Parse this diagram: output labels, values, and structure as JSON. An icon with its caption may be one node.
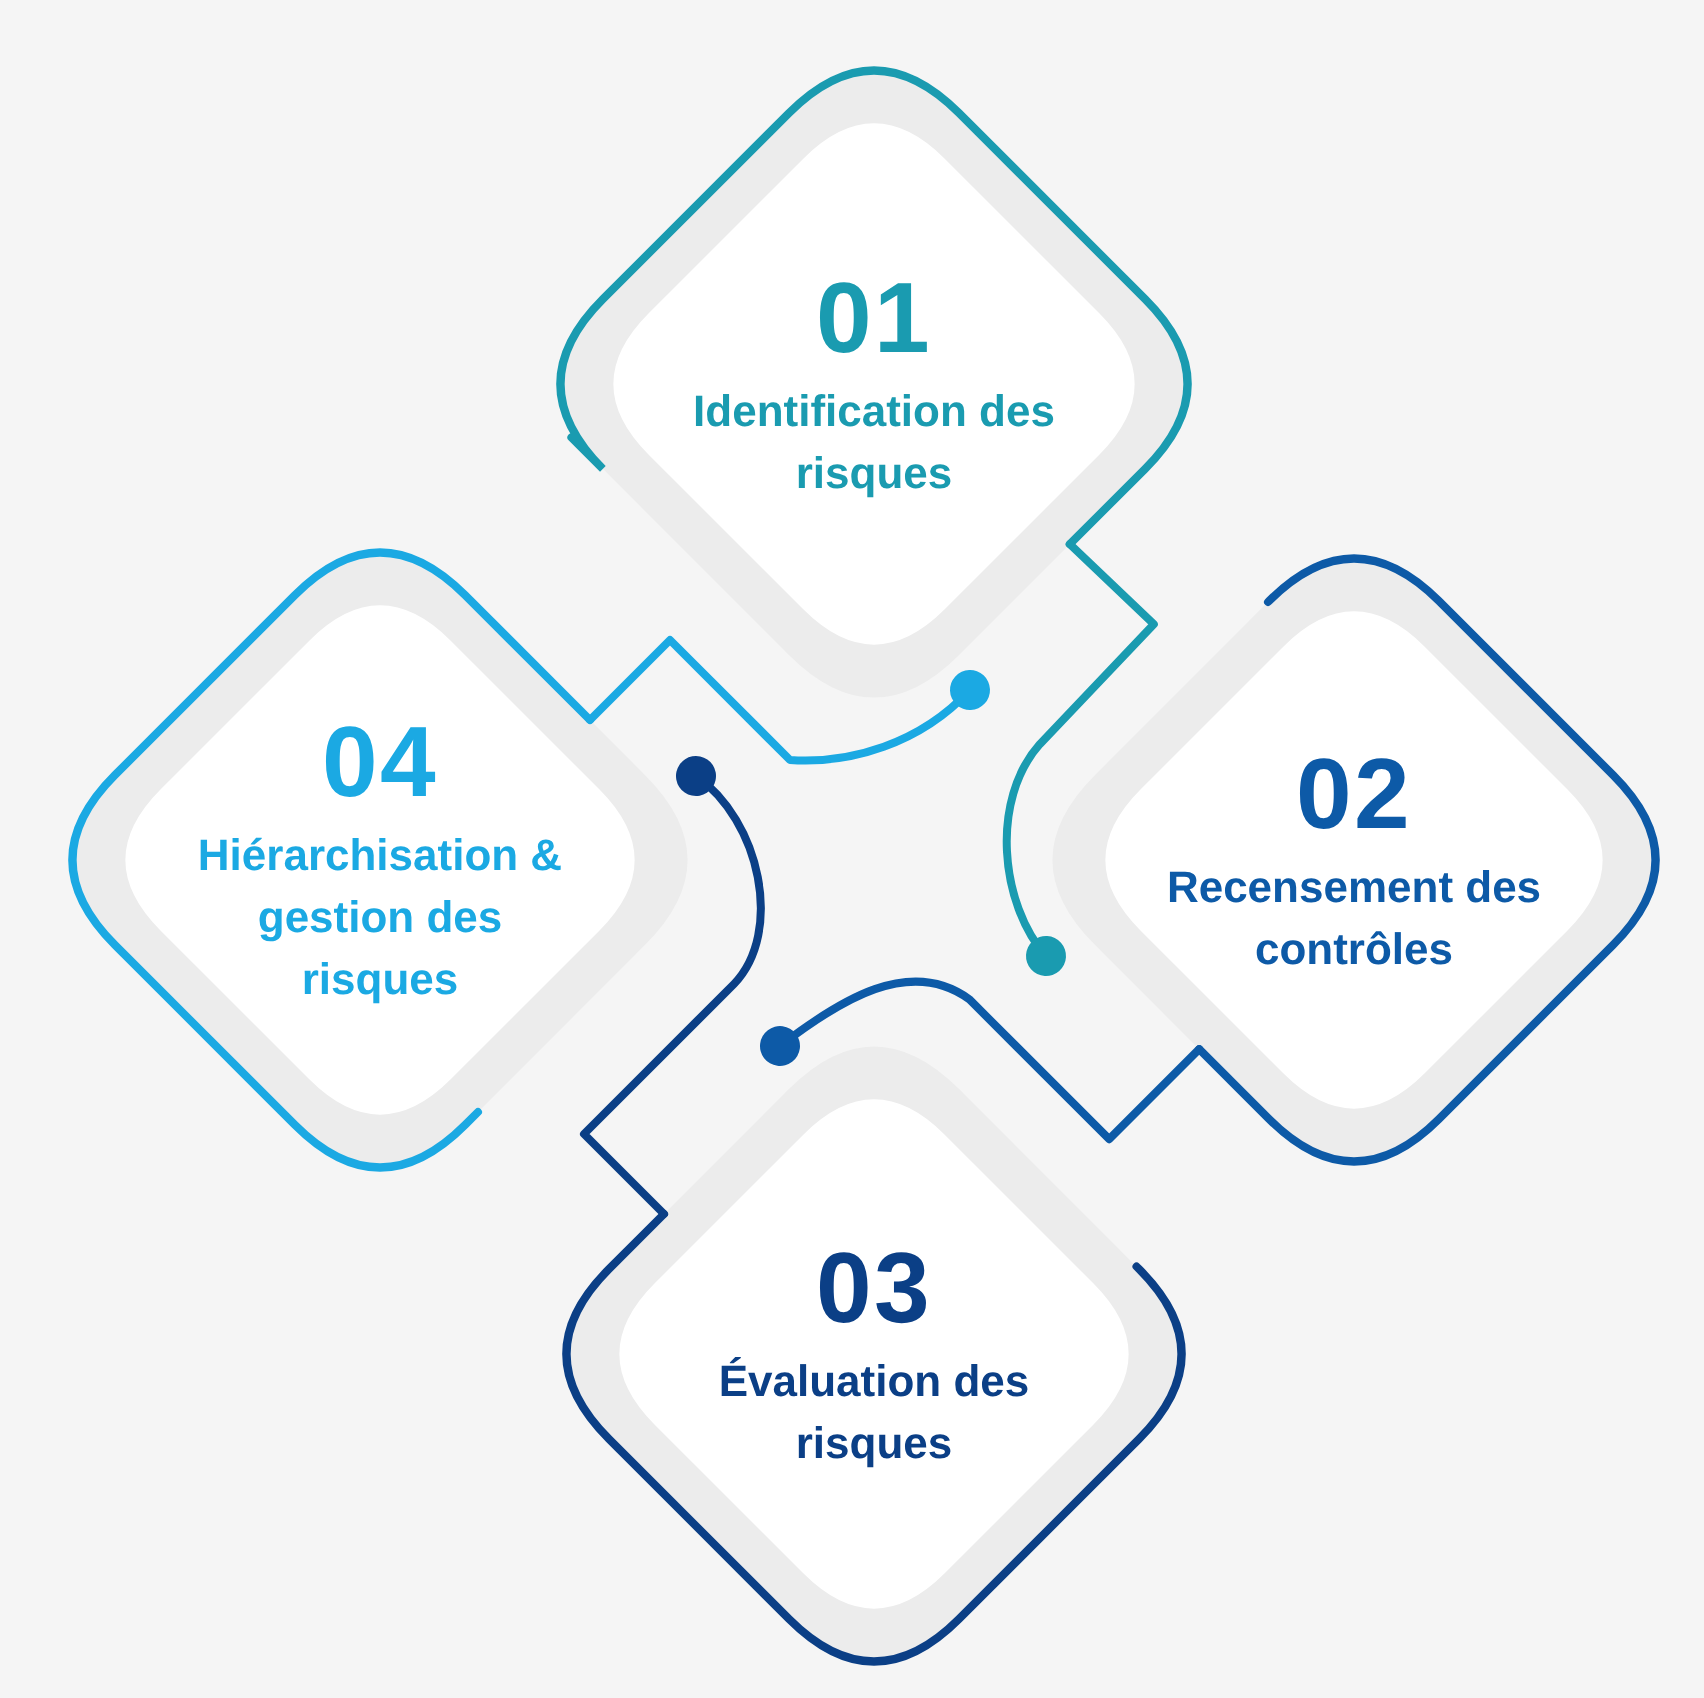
{
  "diagram": {
    "nodes": [
      {
        "text": [
          "01",
          "Identification des risques"
        ]
      },
      {
        "text": [
          "02",
          "Recensement des contrôles"
        ]
      },
      {
        "text": [
          "03",
          "Évaluation des risques"
        ]
      },
      {
        "text": [
          "04",
          "Hiérarchisation & gestion des risques"
        ]
      }
    ],
    "edges": [
      {
        "from": 0,
        "to": 1,
        "arrow": "other",
        "color": "#1a9bb0"
      },
      {
        "from": 1,
        "to": 2,
        "arrow": "other",
        "color": "#0d5aa7"
      },
      {
        "from": 2,
        "to": 3,
        "arrow": "other",
        "color": "#0b3f86"
      },
      {
        "from": 3,
        "to": 0,
        "arrow": "other",
        "color": "#1ba9e3"
      }
    ]
  }
}
